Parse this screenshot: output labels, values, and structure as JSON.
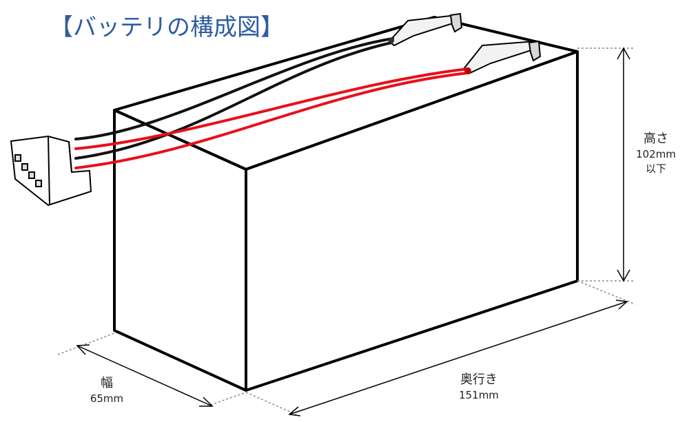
{
  "title": "【バッテリの構成図】",
  "colors": {
    "title": "#2f5d9e",
    "outline": "#000000",
    "red_wire": "#e8101a",
    "black_wire": "#111111",
    "guide": "#8a8a8a"
  },
  "dimensions": {
    "height": {
      "label": "高さ",
      "value": "102mm",
      "note": "以下"
    },
    "width": {
      "label": "幅",
      "value": "65mm"
    },
    "depth": {
      "label": "奥行き",
      "value": "151mm"
    }
  }
}
